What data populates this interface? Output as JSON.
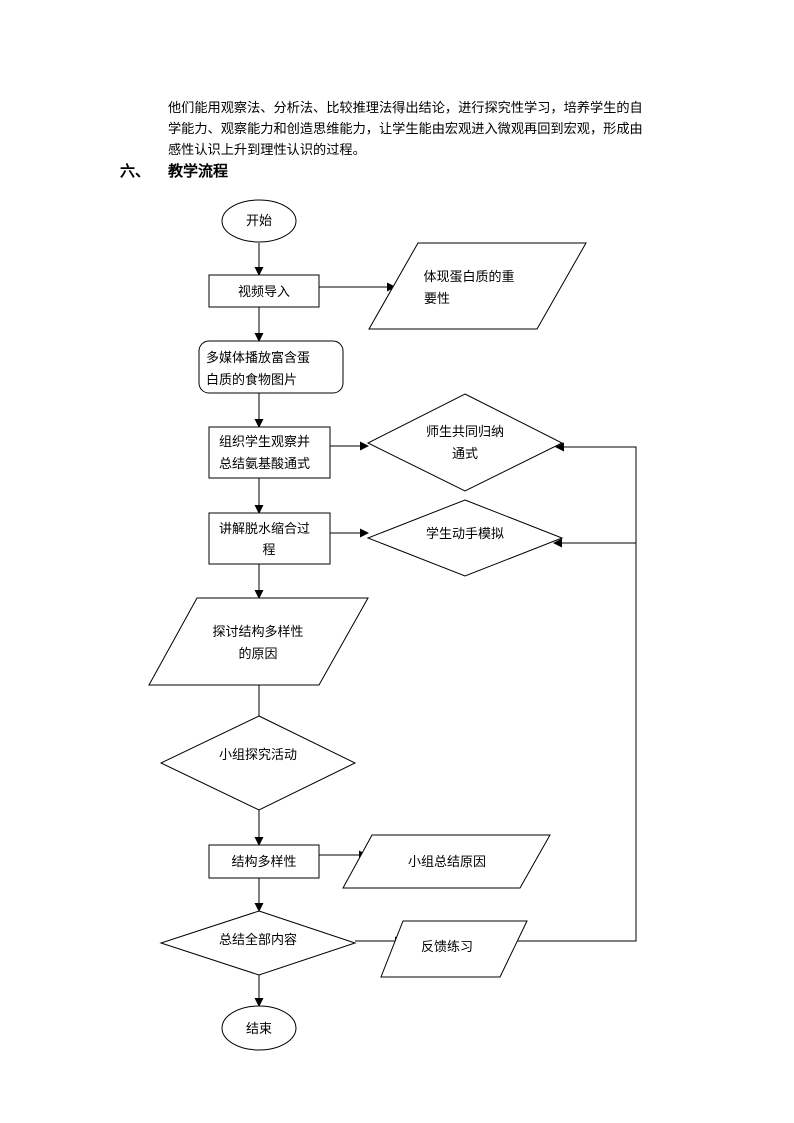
{
  "paragraph": {
    "lines": [
      "他们能用观察法、分析法、比较推理法得出结论，进行探究性学习，培养学生的自",
      "学能力、观察能力和创造思维能力，让学生能由宏观进入微观再回到宏观，形成由",
      "感性认识上升到理性认识的过程。"
    ]
  },
  "section": {
    "number": "六、",
    "title": "教学流程"
  },
  "flowchart": {
    "start": [
      "开始"
    ],
    "video_intro": [
      "视频导入"
    ],
    "importance": [
      "体现蛋白质的重",
      "要性"
    ],
    "multimedia": [
      "多媒体播放富含蛋",
      "白质的食物图片"
    ],
    "organize": [
      "组织学生观察并",
      "总结氨基酸通式"
    ],
    "induce": [
      "师生共同归纳",
      "通式"
    ],
    "explain": [
      "讲解脱水缩合过",
      "程"
    ],
    "simulate": [
      "学生动手模拟"
    ],
    "explore": [
      "探讨结构多样性",
      "的原因"
    ],
    "group_activity": [
      "小组探究活动"
    ],
    "diversity": [
      "结构多样性"
    ],
    "group_summary": [
      "小组总结原因"
    ],
    "summary_all": [
      "总结全部内容"
    ],
    "feedback": [
      "反馈练习"
    ],
    "end": [
      "结束"
    ]
  }
}
